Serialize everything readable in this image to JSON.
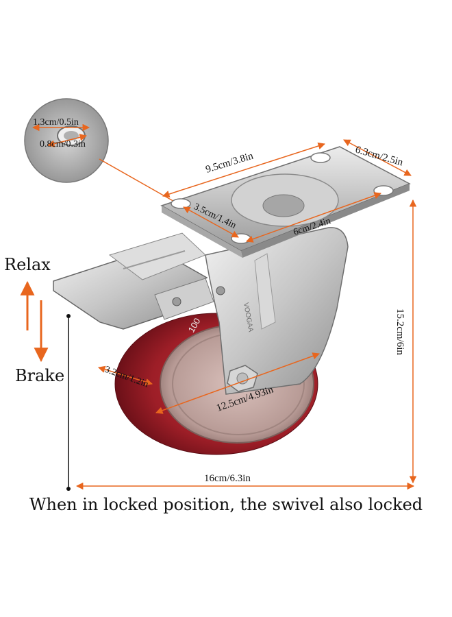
{
  "labels": {
    "hole_outer": "1.3cm/0.5in",
    "hole_inner": "0.8cm/0.3in",
    "plate_length": "9.5cm/3.8in",
    "plate_width": "6.3cm/2.5in",
    "hole_spacing_short": "3.5cm/1.4in",
    "hole_spacing_long": "6cm/2.4in",
    "total_height": "15.2cm/6in",
    "wheel_width": "3.2cm/1.2in",
    "wheel_diameter": "12.5cm/4.93in",
    "total_length": "16cm/6.3in",
    "relax": "Relax",
    "brake": "Brake",
    "wheel_text": "100",
    "brand": "VOOGAA"
  },
  "caption": "When in locked position, the swivel also locked",
  "colors": {
    "arrow": "#e8661e",
    "wheel": "#a3232b",
    "metal": "#c9c9c9"
  }
}
